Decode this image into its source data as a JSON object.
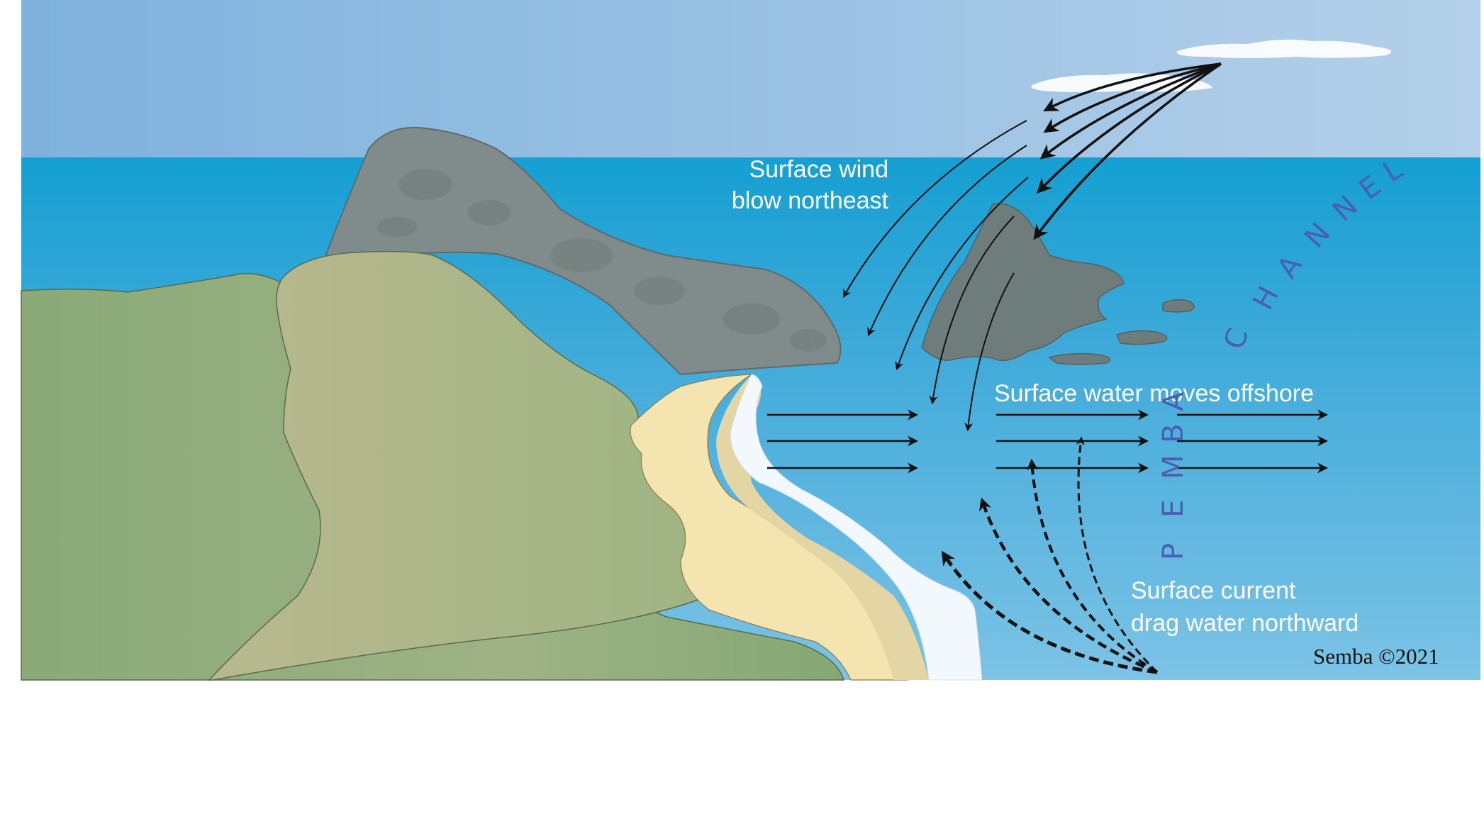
{
  "labels": {
    "wind_line1": "Surface wind",
    "wind_line2": "blow northeast",
    "offshore": "Surface water moves offshore",
    "current_line1": "Surface current",
    "current_line2": "drag water northward",
    "credit": "Semba ©2021",
    "channel_letters": [
      "P",
      "E",
      "M",
      "B",
      "A",
      "C",
      "H",
      "A",
      "N",
      "N",
      "E",
      "L"
    ]
  },
  "colors": {
    "sky_left": "#7fb2dd",
    "sky_right": "#b4d0ea",
    "sea_top": "#159fd2",
    "sea_bottom": "#7cc3e6",
    "rock": "#7f8c8b",
    "land_green": "#8aaa78",
    "land_olive": "#b3b78c",
    "sand": "#f3e4b0",
    "surf": "#f2f8fc",
    "arrows": "#111111",
    "channel_text": "#4a5fb0"
  }
}
